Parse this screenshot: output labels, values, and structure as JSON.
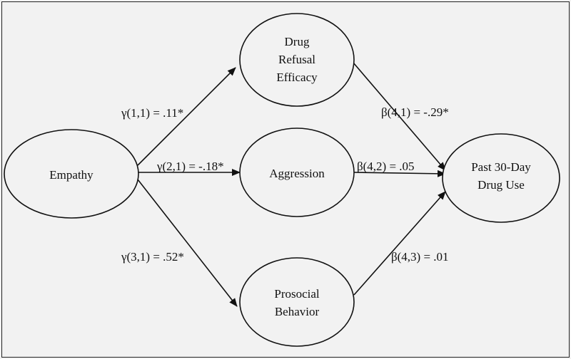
{
  "nodes": {
    "empathy": {
      "lines": [
        "Empathy"
      ]
    },
    "refusal": {
      "lines": [
        "Drug",
        "Refusal",
        "Efficacy"
      ]
    },
    "aggression": {
      "lines": [
        "Aggression"
      ]
    },
    "prosocial": {
      "lines": [
        "Prosocial",
        "Behavior"
      ]
    },
    "druguse": {
      "lines": [
        "Past 30-Day",
        "Drug Use"
      ]
    }
  },
  "edges": {
    "empathy_refusal": {
      "label": "γ(1,1) = .11*"
    },
    "empathy_aggression": {
      "label": "γ(2,1) = -.18*"
    },
    "empathy_prosocial": {
      "label": "γ(3,1) = .52*"
    },
    "refusal_druguse": {
      "label": "β(4,1) = -.29*"
    },
    "aggression_druguse": {
      "label": "β(4,2) = .05"
    },
    "prosocial_druguse": {
      "label": "β(4,3) = .01"
    }
  }
}
